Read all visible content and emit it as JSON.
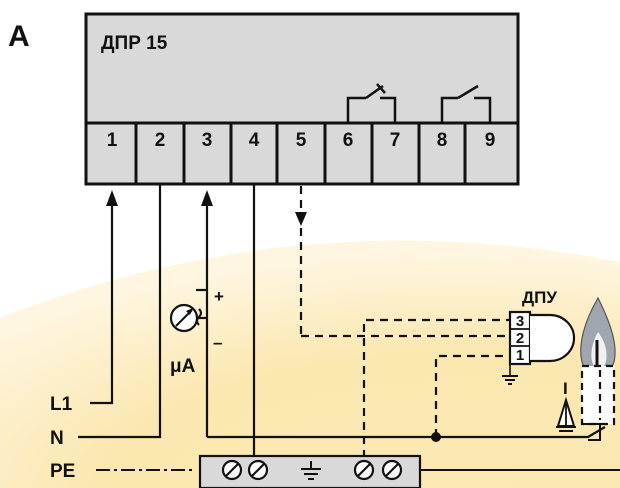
{
  "panel_label": "A",
  "device": {
    "title": "ДПР 15",
    "terminals": [
      "1",
      "2",
      "3",
      "4",
      "5",
      "6",
      "7",
      "8",
      "9"
    ]
  },
  "sensor": {
    "title": "ДПУ",
    "pins": [
      "3",
      "2",
      "1"
    ]
  },
  "meter": {
    "label": "μA",
    "plus": "+",
    "minus": "–"
  },
  "lines": {
    "l1": "L1",
    "n": "N",
    "pe": "PE"
  },
  "ignition_label": "I",
  "colors": {
    "flame_zone": "#fbe3a0",
    "flame_zone_light": "#fff4d8",
    "device_fill": "#d9d9d9",
    "wire": "#111111",
    "flame_outer": "#9fa6ad",
    "flame_inner": "#eef0f2"
  }
}
